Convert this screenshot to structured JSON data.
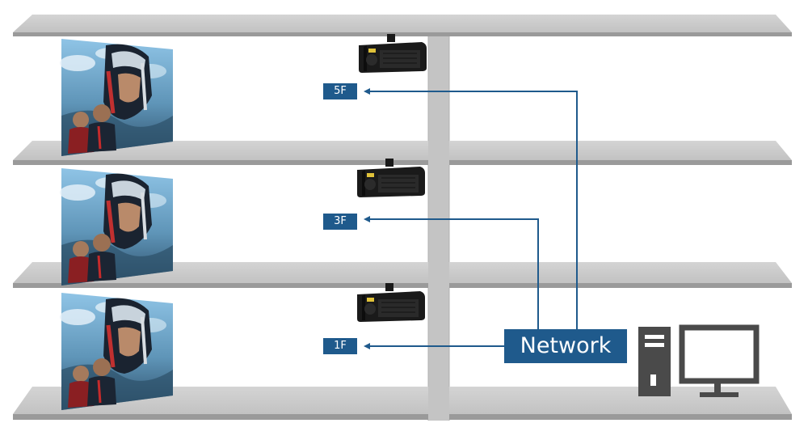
{
  "floors": [
    {
      "label": "5F"
    },
    {
      "label": "3F"
    },
    {
      "label": "1F"
    }
  ],
  "network": {
    "label": "Network"
  },
  "colors": {
    "accent": "#1f5a8c",
    "shelf": "#c9c9c9",
    "shelf_edge": "#9a9a9a",
    "pillar": "#c4c4c4",
    "projector": "#1a1a1a",
    "computer": "#4a4a4a"
  },
  "icons": [
    "projector-icon",
    "computer-tower-icon",
    "monitor-icon",
    "poster-image"
  ]
}
